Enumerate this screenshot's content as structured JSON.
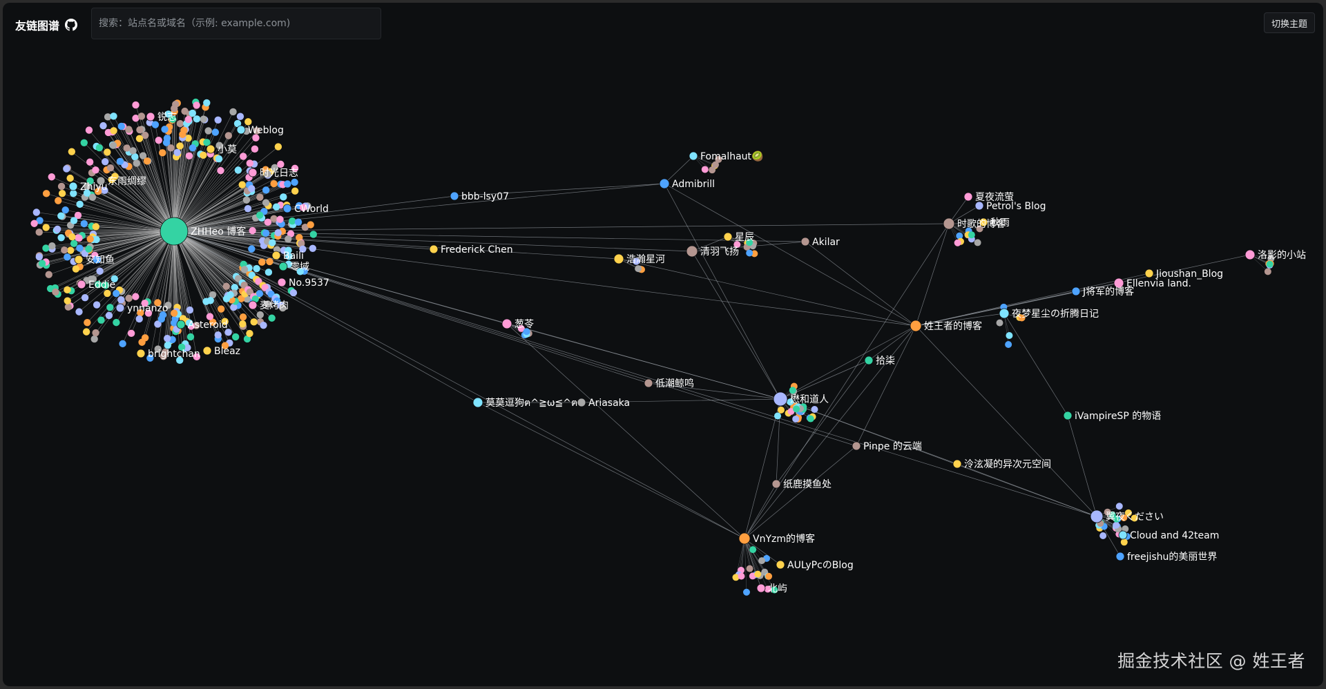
{
  "header": {
    "title": "友链图谱",
    "search_placeholder": "搜索：站点名或域名（示例: example.com)",
    "theme_button": "切换主题"
  },
  "watermark": "掘金技术社区 @ 姓王者",
  "colors": {
    "background": "#0d0f11",
    "edge": "#9aa0a6",
    "palette": [
      "#ff9bd6",
      "#7fe3ff",
      "#a8b7ff",
      "#ffd24d",
      "#ff9f40",
      "#34d3a3",
      "#b49690",
      "#a7a7a7",
      "#4ea3ff"
    ]
  },
  "graph": {
    "nodes": [
      {
        "id": "zhheo",
        "label": "ZHHeo 博客",
        "color": "#34d3a3"
      },
      {
        "id": "ruizhi",
        "label": "锐志",
        "color": "#ff9bd6"
      },
      {
        "id": "weblog",
        "label": "Weblog",
        "color": "#7fe3ff"
      },
      {
        "id": "xiaomo",
        "label": "小莫",
        "color": "#ffd24d"
      },
      {
        "id": "shiguang",
        "label": "时光日志",
        "color": "#ff9bd6"
      },
      {
        "id": "dongyu",
        "label": "东雨绸缪",
        "color": "#a7a7a7"
      },
      {
        "id": "cworld",
        "label": "CWorld",
        "color": "#4ea3ff"
      },
      {
        "id": "zhiyu",
        "label": "Zhiyu",
        "color": "#7fe3ff"
      },
      {
        "id": "anzhiyu",
        "label": "安知鱼",
        "color": "#ffd24d"
      },
      {
        "id": "baili",
        "label": "Baili",
        "color": "#ffd24d"
      },
      {
        "id": "lingyu",
        "label": "零域",
        "color": "#34d3a3"
      },
      {
        "id": "no9537",
        "label": "No.9537",
        "color": "#ff9bd6"
      },
      {
        "id": "eddie",
        "label": "Eddie",
        "color": "#ff9bd6"
      },
      {
        "id": "kerou",
        "label": "麦烤肉",
        "color": "#ff9bd6"
      },
      {
        "id": "yunnan",
        "label": "ynnanzo",
        "color": "#a8b7ff"
      },
      {
        "id": "asteroid",
        "label": "Asteroid",
        "color": "#34d3a3"
      },
      {
        "id": "bleaz",
        "label": "Bleaz",
        "color": "#ffd24d"
      },
      {
        "id": "brightchan",
        "label": "brightchan",
        "color": "#ffd24d"
      },
      {
        "id": "fomalhaut",
        "label": "Fomalhaut🥝",
        "color": "#7fe3ff"
      },
      {
        "id": "admibrill",
        "label": "Admibrill",
        "color": "#4ea3ff"
      },
      {
        "id": "bbblsy",
        "label": "bbb-lsy07",
        "color": "#4ea3ff"
      },
      {
        "id": "frederick",
        "label": "Frederick Chen",
        "color": "#ffd24d"
      },
      {
        "id": "haoxinghe",
        "label": "浩瀚星河",
        "color": "#ffd24d"
      },
      {
        "id": "xingchen",
        "label": "星辰",
        "color": "#ffd24d"
      },
      {
        "id": "qingyu",
        "label": "清羽飞扬",
        "color": "#b49690"
      },
      {
        "id": "akilar",
        "label": "Akilar",
        "color": "#b49690"
      },
      {
        "id": "xiayeliuying",
        "label": "夏夜流萤",
        "color": "#ff9bd6"
      },
      {
        "id": "petrol",
        "label": "Petrol's Blog",
        "color": "#a8b7ff"
      },
      {
        "id": "shigewuyu",
        "label": "时歌的博客",
        "color": "#b49690"
      },
      {
        "id": "qiuyu",
        "label": "秋雨",
        "color": "#ffd24d"
      },
      {
        "id": "luoying",
        "label": "洛影的小站",
        "color": "#ff9bd6"
      },
      {
        "id": "jioushan",
        "label": "Jioushan_Blog",
        "color": "#ffd24d"
      },
      {
        "id": "ellenvia",
        "label": "Ellenvia land.",
        "color": "#ff9bd6"
      },
      {
        "id": "jjiang",
        "label": "J将军的博客",
        "color": "#4ea3ff"
      },
      {
        "id": "yemeng",
        "label": "夜梦星尘の折腾日记",
        "color": "#7fe3ff"
      },
      {
        "id": "xingwangzhe",
        "label": "姓王者的博客",
        "color": "#ff9f40"
      },
      {
        "id": "congling",
        "label": "葱苓",
        "color": "#ff9bd6"
      },
      {
        "id": "shiqi",
        "label": "拾柒",
        "color": "#34d3a3"
      },
      {
        "id": "dichao",
        "label": "低潮鲸鸣",
        "color": "#b49690"
      },
      {
        "id": "moomo",
        "label": "莫莫逗狗ฅ^≧ω≦^ฅ",
        "color": "#7fe3ff"
      },
      {
        "id": "ariasaka",
        "label": "Ariasaka",
        "color": "#a7a7a7"
      },
      {
        "id": "hunter",
        "label": "懋和道人",
        "color": "#a8b7ff"
      },
      {
        "id": "ivampire",
        "label": "iVampireSP 的物语",
        "color": "#34d3a3"
      },
      {
        "id": "pinpe",
        "label": "Pinpe 的云端",
        "color": "#b49690"
      },
      {
        "id": "lingxuan",
        "label": "泠泫凝的异次元空间",
        "color": "#ffd24d"
      },
      {
        "id": "zhilu",
        "label": "纸鹿摸鱼处",
        "color": "#b49690"
      },
      {
        "id": "yiyuan",
        "label": "翼夜ください",
        "color": "#a8b7ff"
      },
      {
        "id": "cloud42",
        "label": "Cloud and 42team",
        "color": "#7fe3ff"
      },
      {
        "id": "freejishu",
        "label": "freejishu的美丽世界",
        "color": "#4ea3ff"
      },
      {
        "id": "vnyzm",
        "label": "VnYzm的博客",
        "color": "#ff9f40"
      },
      {
        "id": "aulypc",
        "label": "AULyPcのBlog",
        "color": "#ffd24d"
      },
      {
        "id": "beiyu",
        "label": "北屿",
        "color": "#ff9bd6"
      }
    ],
    "edges": [
      [
        "zhheo",
        "cworld"
      ],
      [
        "zhheo",
        "bbblsy"
      ],
      [
        "zhheo",
        "admibrill"
      ],
      [
        "zhheo",
        "frederick"
      ],
      [
        "zhheo",
        "haoxinghe"
      ],
      [
        "zhheo",
        "qingyu"
      ],
      [
        "zhheo",
        "shigewuyu"
      ],
      [
        "zhheo",
        "xingwangzhe"
      ],
      [
        "zhheo",
        "congling"
      ],
      [
        "zhheo",
        "hunter"
      ],
      [
        "zhheo",
        "vnyzm"
      ],
      [
        "zhheo",
        "moomo"
      ],
      [
        "zhheo",
        "dichao"
      ],
      [
        "zhheo",
        "yiyuan"
      ],
      [
        "zhheo",
        "akilar"
      ],
      [
        "zhheo",
        "pinpe"
      ],
      [
        "bbblsy",
        "admibrill"
      ],
      [
        "admibrill",
        "fomalhaut"
      ],
      [
        "admibrill",
        "xingwangzhe"
      ],
      [
        "admibrill",
        "hunter"
      ],
      [
        "qingyu",
        "xingchen"
      ],
      [
        "qingyu",
        "akilar"
      ],
      [
        "qingyu",
        "hunter"
      ],
      [
        "akilar",
        "xingwangzhe"
      ],
      [
        "shigewuyu",
        "xiayeliuying"
      ],
      [
        "shigewuyu",
        "petrol"
      ],
      [
        "shigewuyu",
        "qiuyu"
      ],
      [
        "shigewuyu",
        "xingwangzhe"
      ],
      [
        "shigewuyu",
        "vnyzm"
      ],
      [
        "xingwangzhe",
        "yemeng"
      ],
      [
        "xingwangzhe",
        "jjiang"
      ],
      [
        "xingwangzhe",
        "ellenvia"
      ],
      [
        "xingwangzhe",
        "luoying"
      ],
      [
        "xingwangzhe",
        "jioushan"
      ],
      [
        "xingwangzhe",
        "hunter"
      ],
      [
        "xingwangzhe",
        "yiyuan"
      ],
      [
        "xingwangzhe",
        "shiqi"
      ],
      [
        "xingwangzhe",
        "vnyzm"
      ],
      [
        "xingwangzhe",
        "pinpe"
      ],
      [
        "congling",
        "hunter"
      ],
      [
        "congling",
        "vnyzm"
      ],
      [
        "moomo",
        "ariasaka"
      ],
      [
        "ariasaka",
        "hunter"
      ],
      [
        "moomo",
        "vnyzm"
      ],
      [
        "hunter",
        "zhilu"
      ],
      [
        "hunter",
        "vnyzm"
      ],
      [
        "hunter",
        "lingxuan"
      ],
      [
        "hunter",
        "yiyuan"
      ],
      [
        "hunter",
        "shiqi"
      ],
      [
        "pinpe",
        "vnyzm"
      ],
      [
        "yiyuan",
        "ivampire"
      ],
      [
        "yiyuan",
        "cloud42"
      ],
      [
        "yiyuan",
        "freejishu"
      ],
      [
        "yiyuan",
        "lingxuan"
      ],
      [
        "ivampire",
        "yemeng"
      ],
      [
        "vnyzm",
        "aulypc"
      ],
      [
        "vnyzm",
        "beiyu"
      ],
      [
        "zhilu",
        "vnyzm"
      ],
      [
        "dichao",
        "hunter"
      ],
      [
        "shiqi",
        "zhilu"
      ],
      [
        "xingwangzhe",
        "haoxinghe"
      ]
    ]
  }
}
